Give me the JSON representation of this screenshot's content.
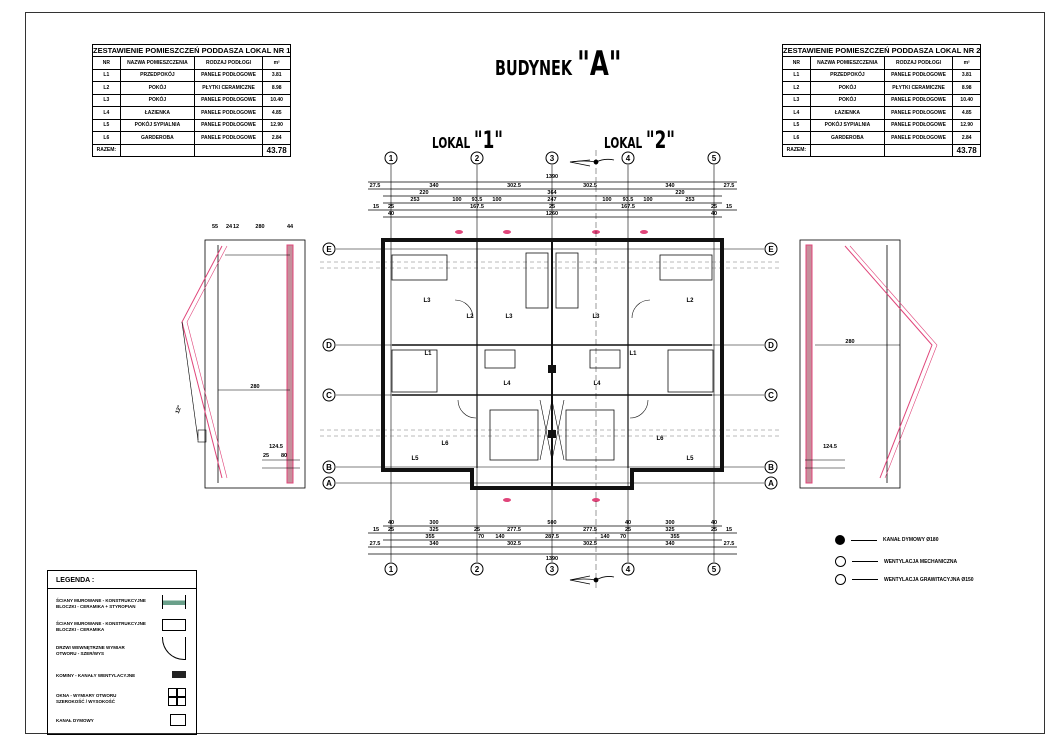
{
  "title": {
    "prefix": "BUDYNEK",
    "letter": "\"A\""
  },
  "lokal1": {
    "prefix": "LOKAL",
    "num": "\"1\""
  },
  "lokal2": {
    "prefix": "LOKAL",
    "num": "\"2\""
  },
  "table1": {
    "caption": "ZESTAWIENIE POMIESZCZEŃ PODDASZA  LOKAL NR 1",
    "headers": [
      "NR",
      "NAZWA POMIESZCZENIA",
      "RODZAJ PODŁOGI",
      "m²"
    ],
    "rows": [
      [
        "L1",
        "PRZEDPOKÓJ",
        "PANELE PODŁOGOWE",
        "3.81"
      ],
      [
        "L2",
        "POKÓJ",
        "PŁYTKI CERAMICZNE",
        "8.98"
      ],
      [
        "L3",
        "POKÓJ",
        "PANELE PODŁOGOWE",
        "10.40"
      ],
      [
        "L4",
        "ŁAZIENKA",
        "PANELE PODŁOGOWE",
        "4.85"
      ],
      [
        "L5",
        "POKÓJ SYPIALNIA",
        "PANELE PODŁOGOWE",
        "12.90"
      ],
      [
        "L6",
        "GARDEROBA",
        "PANELE PODŁOGOWE",
        "2.84"
      ]
    ],
    "total_label": "RAZEM:",
    "total": "43.78"
  },
  "table2": {
    "caption": "ZESTAWIENIE POMIESZCZEŃ PODDASZA  LOKAL NR 2",
    "headers": [
      "NR",
      "NAZWA POMIESZCZENIA",
      "RODZAJ PODŁOGI",
      "m²"
    ],
    "rows": [
      [
        "L1",
        "PRZEDPOKÓJ",
        "PANELE PODŁOGOWE",
        "3.81"
      ],
      [
        "L2",
        "POKÓJ",
        "PŁYTKI CERAMICZNE",
        "8.98"
      ],
      [
        "L3",
        "POKÓJ",
        "PANELE PODŁOGOWE",
        "10.40"
      ],
      [
        "L4",
        "ŁAZIENKA",
        "PANELE PODŁOGOWE",
        "4.85"
      ],
      [
        "L5",
        "POKÓJ SYPIALNIA",
        "PANELE PODŁOGOWE",
        "12.90"
      ],
      [
        "L6",
        "GARDEROBA",
        "PANELE PODŁOGOWE",
        "2.84"
      ]
    ],
    "total_label": "RAZEM:",
    "total": "43.78"
  },
  "axes": {
    "cols": [
      "1",
      "2",
      "3",
      "4",
      "5"
    ],
    "rows": [
      "E",
      "D",
      "C",
      "B",
      "A"
    ]
  },
  "dims_top": {
    "overall": "1390",
    "r1": [
      "27.5",
      "340",
      "302.5",
      "302.5",
      "340",
      "27.5"
    ],
    "r2": [
      "220",
      "364",
      "220"
    ],
    "r3": [
      "253",
      "100",
      "93.5",
      "100",
      "247",
      "100",
      "93.5",
      "100",
      "253"
    ],
    "r4": [
      "15",
      "25",
      "167.5",
      "25",
      "167.5",
      "25",
      "15"
    ],
    "r5": [
      "40",
      "1260",
      "40"
    ]
  },
  "dims_bottom": {
    "overall": "1390",
    "r1": [
      "40",
      "300",
      "500",
      "40",
      "300",
      "40"
    ],
    "r2": [
      "15",
      "25",
      "325",
      "25",
      "277.5",
      "277.5",
      "25",
      "325",
      "25",
      "15"
    ],
    "r3": [
      "355",
      "70",
      "140",
      "287.5",
      "140",
      "70",
      "355"
    ],
    "r4": [
      "27.5",
      "340",
      "302.5",
      "302.5",
      "340",
      "27.5"
    ]
  },
  "rooms": [
    "L1",
    "L2",
    "L3",
    "L4",
    "L5",
    "L6"
  ],
  "section_dims": {
    "top": [
      "55",
      "24",
      "12",
      "280",
      "44"
    ],
    "mid": "280",
    "angle": "12°",
    "bottom": [
      "124.5",
      "25",
      "80"
    ]
  },
  "legend": {
    "title": "LEGENDA :",
    "items": [
      "ŚCIANY MUROWANE - KONSTRUKCYJNE  BLOCZKI - CERAMIKA + STYROPIAN",
      "ŚCIANY MUROWANE - KONSTRUKCYJNE  BLOCZKI - CERAMIKA",
      "DRZWI WEWNĘTRZNE  WYMIAR OTWORU - SZER/WYS",
      "KOMINY - KANAŁY WENTYLACYJNE",
      "OKNA - WYMIARY OTWORU  SZEROKOŚĆ / WYSOKOŚĆ",
      "KANAŁ DYMOWY"
    ]
  },
  "vent_legend": [
    "KANAŁ DYMOWY Ø180",
    "WENTYLACJA MECHANICZNA",
    "WENTYLACJA GRAWITACYJNA Ø150"
  ],
  "colors": {
    "accent": "#e0457a",
    "wall": "#111111"
  }
}
